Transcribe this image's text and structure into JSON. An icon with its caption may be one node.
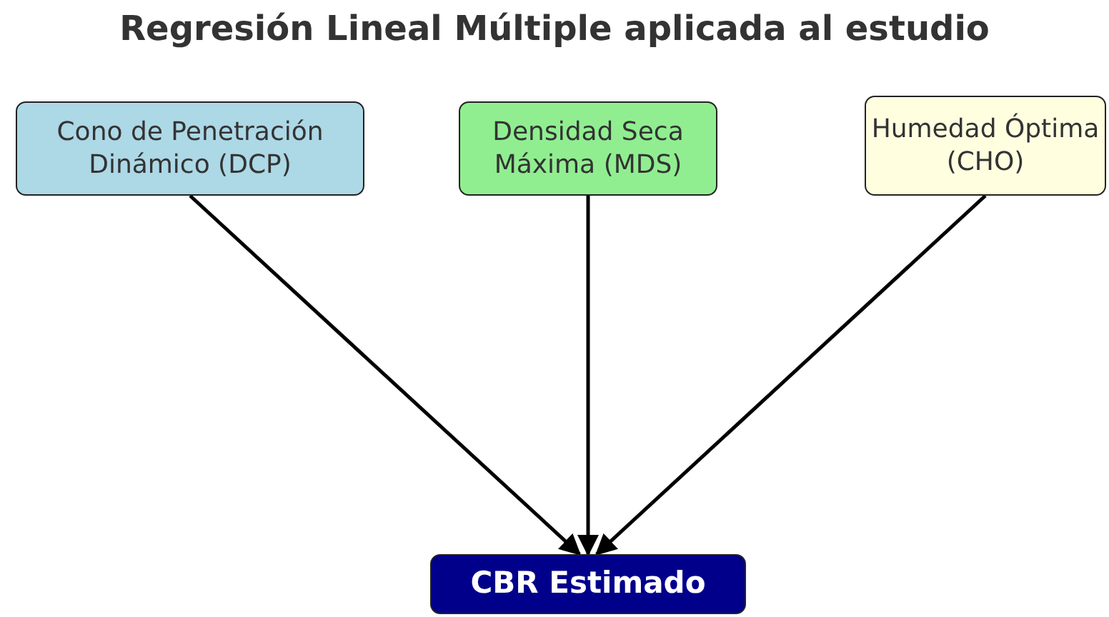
{
  "diagram": {
    "title": "Regresión Lineal Múltiple aplicada al estudio",
    "nodes": [
      {
        "text": [
          "Cono de Penetración Dinámico (DCP)"
        ]
      },
      {
        "text": [
          "Densidad Seca Máxima (MDS)"
        ]
      },
      {
        "text": [
          "Humedad Óptima (CHO)"
        ]
      },
      {
        "text": [
          "CBR Estimado"
        ]
      }
    ],
    "edges": [
      {
        "from": 0,
        "to": 3,
        "arrow": "to"
      },
      {
        "from": 1,
        "to": 3,
        "arrow": "to"
      },
      {
        "from": 2,
        "to": 3,
        "arrow": "to"
      }
    ]
  }
}
